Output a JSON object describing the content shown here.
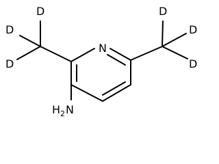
{
  "molecule": {
    "atoms": {
      "ring_n": "N",
      "amine_h": "H",
      "amine_h_count": "2",
      "amine_n": "N",
      "left_methyl_d1": "D",
      "left_methyl_d2": "D",
      "left_methyl_d3": "D",
      "right_methyl_d1": "D",
      "right_methyl_d2": "D",
      "right_methyl_d3": "D"
    }
  },
  "colors": {
    "bond": "#000000",
    "label": "#000000",
    "background": "#ffffff"
  }
}
